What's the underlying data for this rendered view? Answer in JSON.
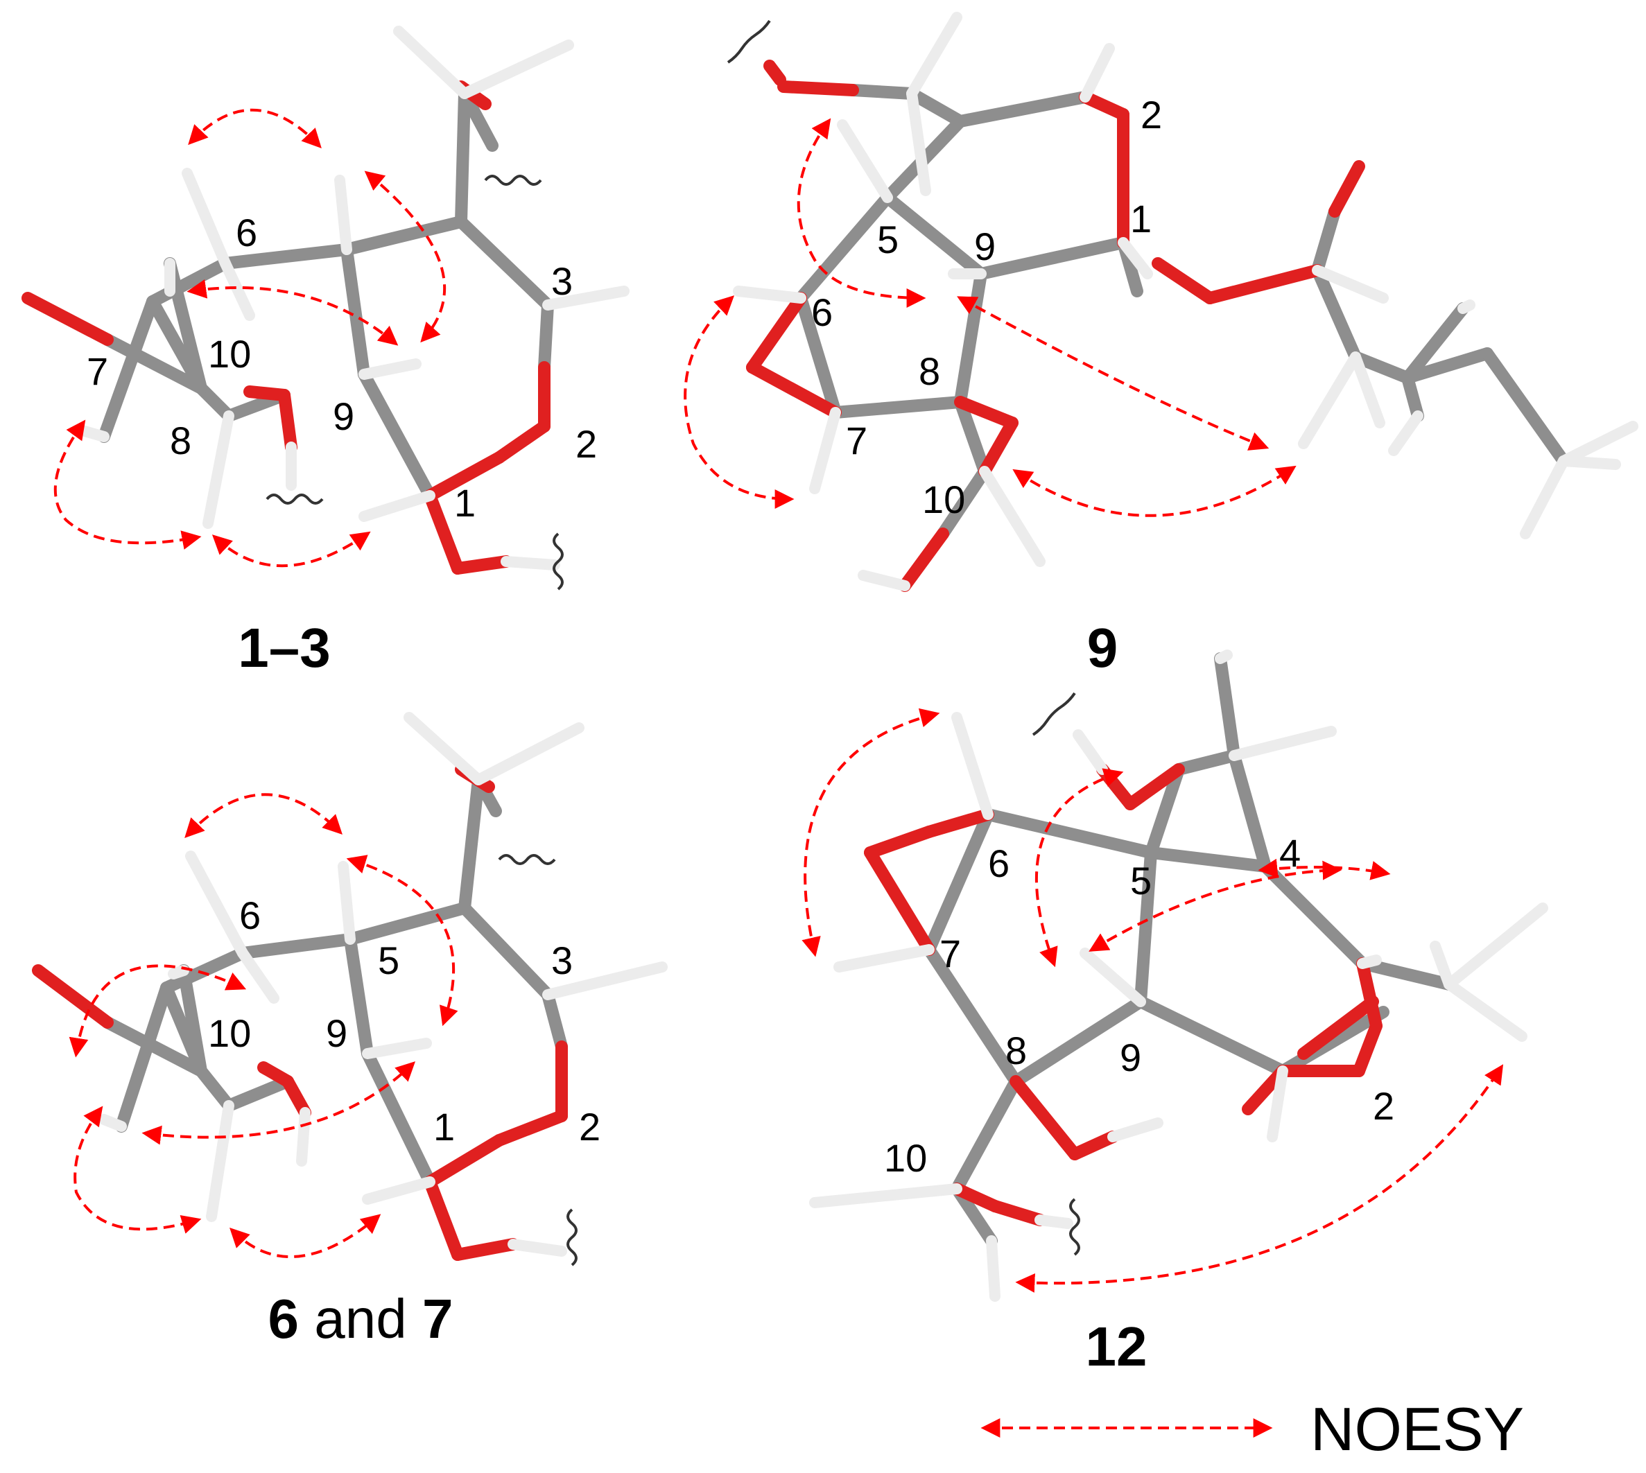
{
  "panels": [
    {
      "id": "p13",
      "compound": {
        "parts": [
          {
            "text": "1–3",
            "bold": true
          }
        ]
      },
      "numbers": [
        "6",
        "7",
        "10",
        "8",
        "9",
        "3",
        "2",
        "1"
      ]
    },
    {
      "id": "p9",
      "compound": {
        "parts": [
          {
            "text": "9",
            "bold": true
          }
        ]
      },
      "numbers": [
        "2",
        "1",
        "5",
        "9",
        "6",
        "8",
        "7",
        "10"
      ]
    },
    {
      "id": "p67",
      "compound": {
        "parts": [
          {
            "text": "6",
            "bold": true
          },
          {
            "text": " and ",
            "bold": false
          },
          {
            "text": "7",
            "bold": true
          }
        ]
      },
      "numbers": [
        "6",
        "5",
        "3",
        "10",
        "9",
        "1",
        "2"
      ]
    },
    {
      "id": "p12",
      "compound": {
        "parts": [
          {
            "text": "12",
            "bold": true
          }
        ]
      },
      "numbers": [
        "6",
        "4",
        "5",
        "7",
        "8",
        "9",
        "2",
        "10"
      ]
    }
  ],
  "legend": {
    "label": "NOESY"
  },
  "colors": {
    "bond_gray": "#8e8e8e",
    "bond_gray_light": "#b5b5b5",
    "oxygen_red": "#e02020",
    "hydrogen_white": "#ececec",
    "noesy_arrow": "#ff0000",
    "wavy_bond": "#333333"
  }
}
